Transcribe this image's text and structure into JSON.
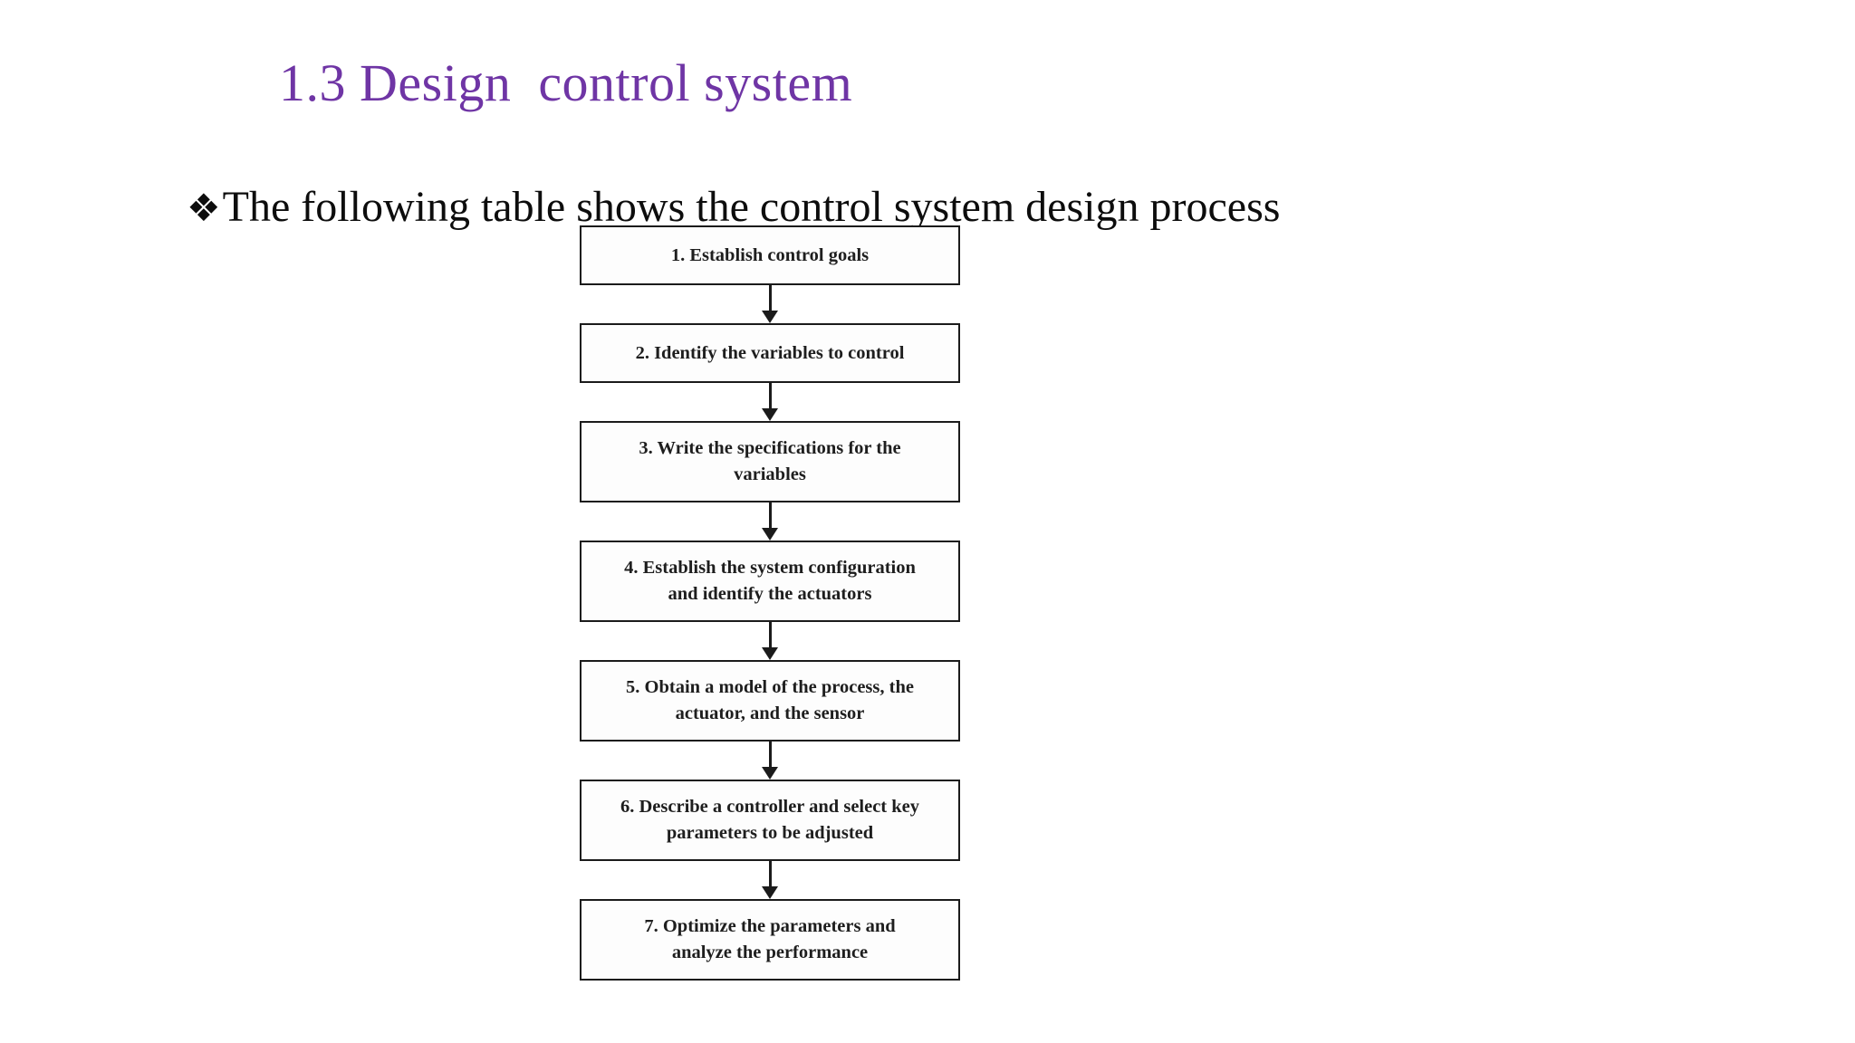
{
  "slide": {
    "title": "1.3 Design  control system",
    "bullet_symbol": "❖",
    "bullet_text": "The following table shows the control system design process"
  },
  "flowchart": {
    "steps": [
      {
        "lines": [
          "1. Establish control goals"
        ]
      },
      {
        "lines": [
          "2. Identify the variables to control"
        ]
      },
      {
        "lines": [
          "3. Write the specifications for the",
          "variables"
        ]
      },
      {
        "lines": [
          "4. Establish the system configuration",
          "and identify the actuators"
        ]
      },
      {
        "lines": [
          "5. Obtain a model of the process, the",
          "actuator, and the sensor"
        ]
      },
      {
        "lines": [
          "6. Describe a controller and select key",
          "parameters to be adjusted"
        ]
      },
      {
        "lines": [
          "7. Optimize the parameters and",
          "analyze the performance"
        ]
      }
    ]
  },
  "colors": {
    "title": "#6F35A5",
    "body_text": "#0d0d0d",
    "box_border": "#1b1b1b",
    "box_text": "#1e1e1e",
    "arrow": "#1b1b1b",
    "background": "#ffffff"
  }
}
